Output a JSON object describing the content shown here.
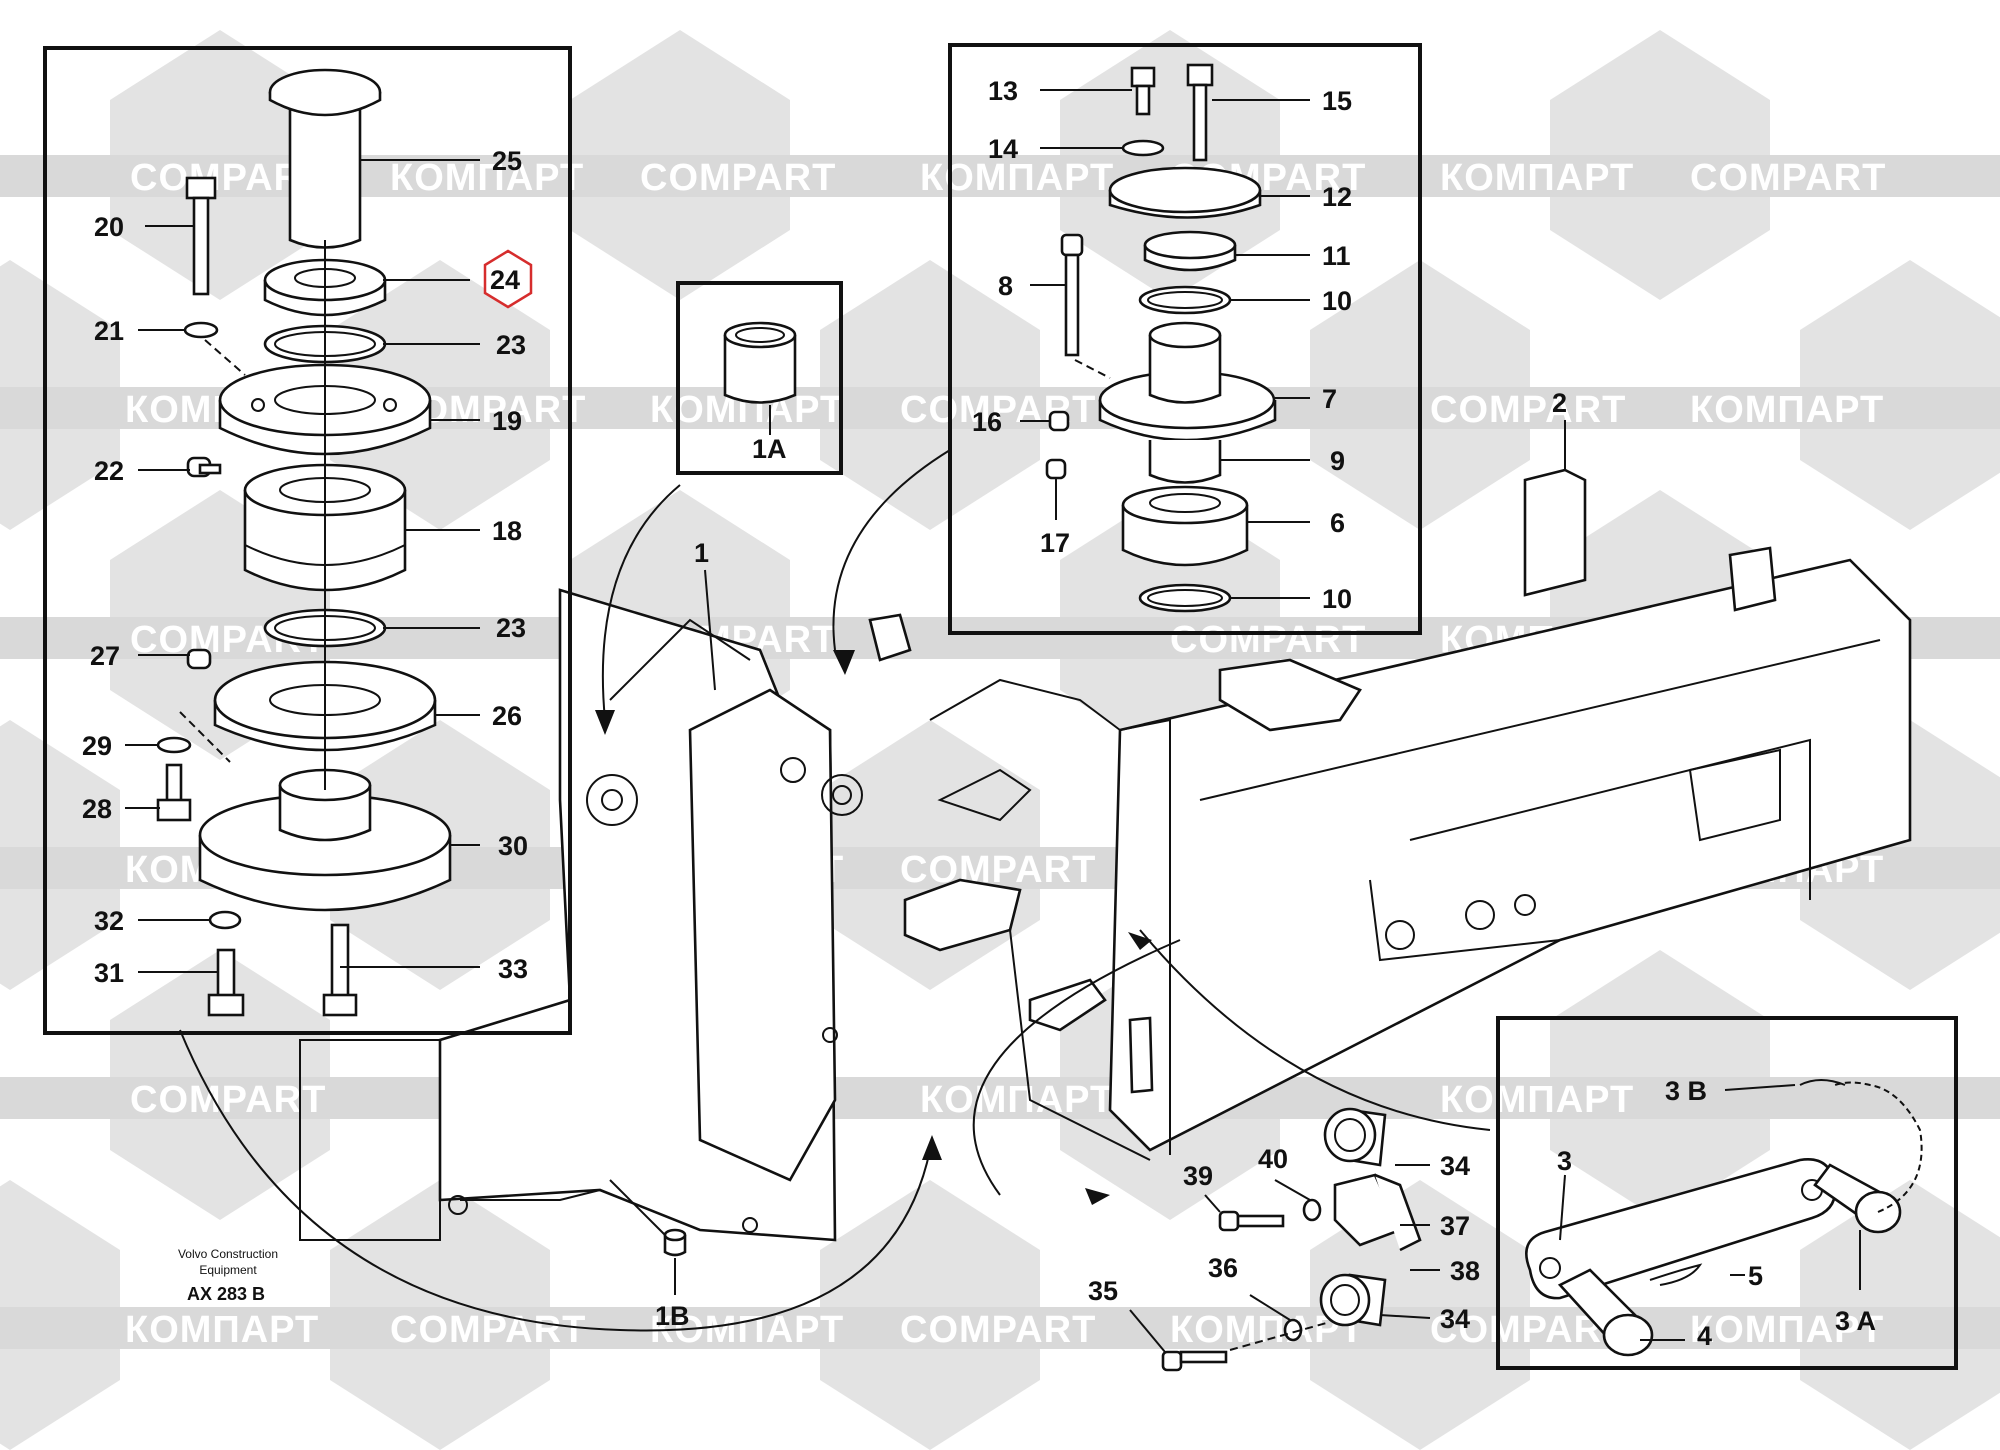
{
  "watermarks": {
    "texts": [
      "КОМПАРТ",
      "COMPART"
    ],
    "color": "#d9d9d9"
  },
  "diagram": {
    "highlight_color": "#d62d2d",
    "highlighted_label": "24",
    "callouts": {
      "c25": "25",
      "c20": "20",
      "c24": "24",
      "c21": "21",
      "c23a": "23",
      "c19": "19",
      "c22": "22",
      "c18": "18",
      "c23b": "23",
      "c27": "27",
      "c26": "26",
      "c29": "29",
      "c28": "28",
      "c30": "30",
      "c32": "32",
      "c31": "31",
      "c33": "33",
      "c13": "13",
      "c15": "15",
      "c14": "14",
      "c12": "12",
      "c11": "11",
      "c8": "8",
      "c10a": "10",
      "c7": "7",
      "c16": "16",
      "c9": "9",
      "c17": "17",
      "c6": "6",
      "c10b": "10",
      "c1A": "1A",
      "c1": "1",
      "c2": "2",
      "c1B": "1B",
      "c39": "39",
      "c40": "40",
      "c34a": "34",
      "c37": "37",
      "c38": "38",
      "c36": "36",
      "c35": "35",
      "c34b": "34",
      "c3B": "3 B",
      "c3": "3",
      "c5": "5",
      "c3A": "3 A",
      "c4": "4"
    },
    "caption": {
      "line1": "Volvo Construction",
      "line2": "Equipment",
      "code": "AX 283 B"
    }
  }
}
